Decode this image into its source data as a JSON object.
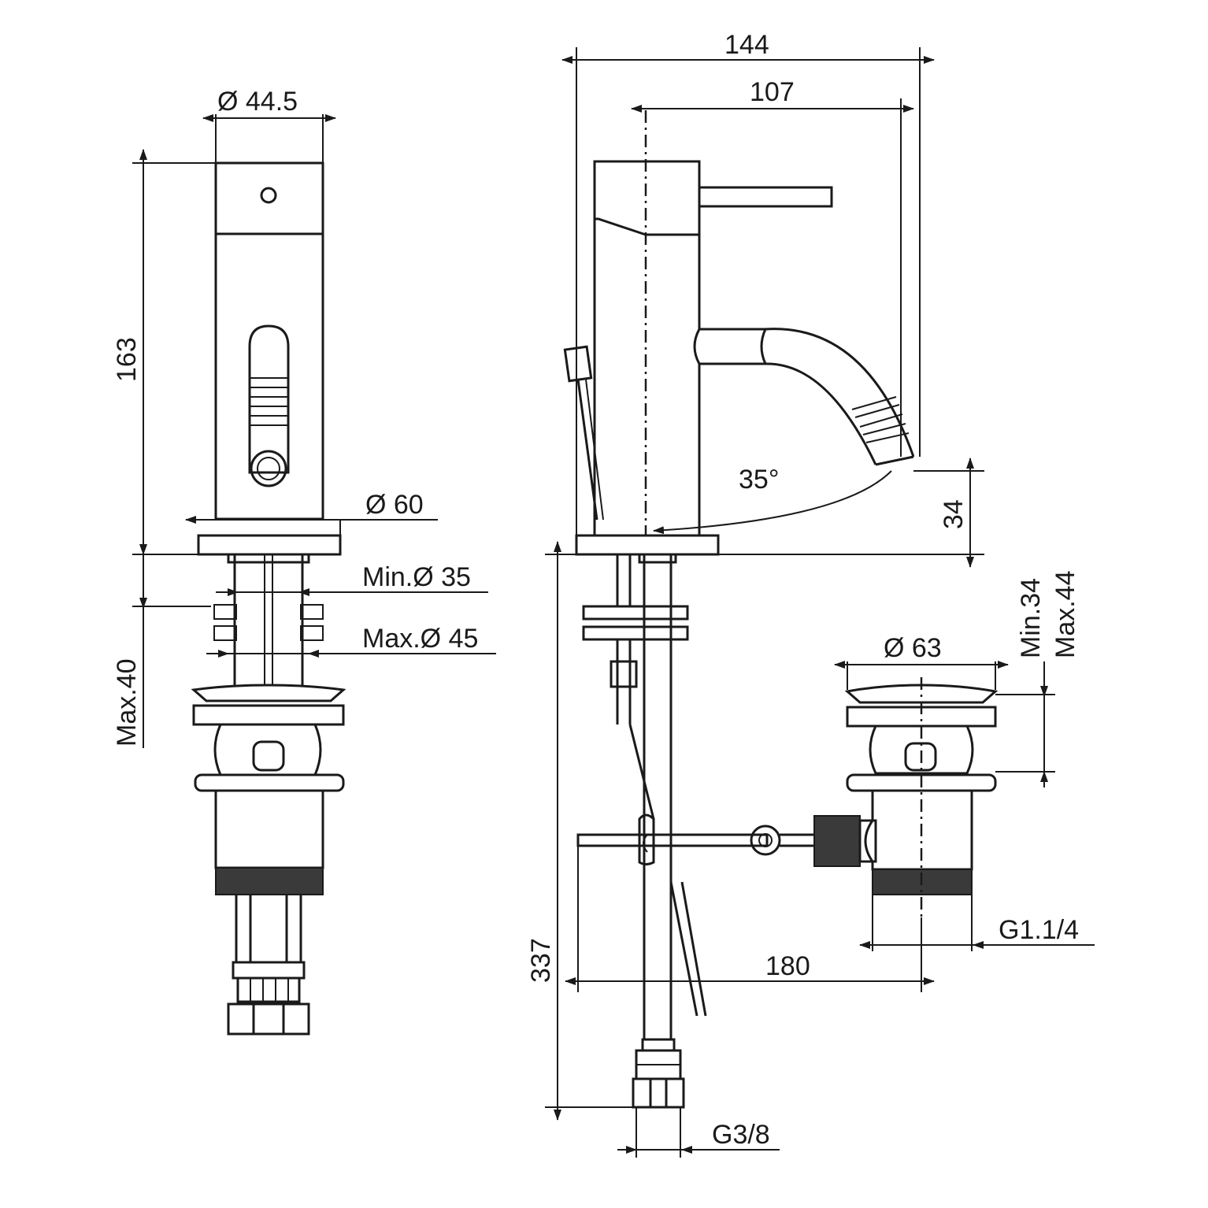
{
  "front_view": {
    "dim_body_diameter": "Ø 44.5",
    "dim_height": "163",
    "dim_base_diameter": "Ø 60",
    "dim_min_hole": "Min.Ø 35",
    "dim_max_hole": "Max.Ø 45",
    "dim_max_deck": "Max.40"
  },
  "side_view": {
    "dim_total_depth": "144",
    "dim_spout_reach": "107",
    "dim_angle": "35°",
    "dim_spout_height": "34",
    "dim_waste_diameter": "Ø 63",
    "dim_waste_min": "Min.34",
    "dim_waste_max": "Max.44",
    "dim_waste_thread": "G1.1/4",
    "dim_centers": "180",
    "dim_total_length": "337",
    "dim_inlet_thread": "G3/8"
  }
}
